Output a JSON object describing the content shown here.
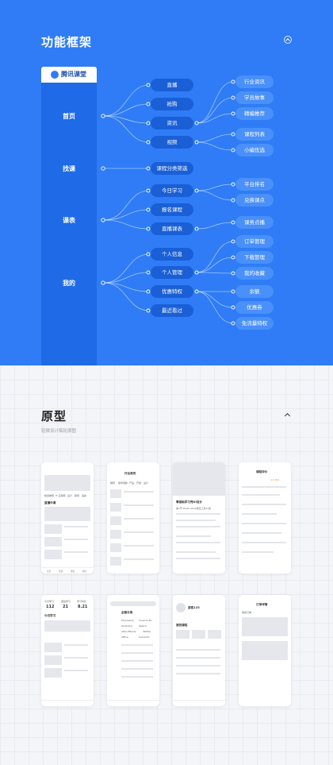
{
  "colors": {
    "primary": "#2f7cf6",
    "nav_column": "#1f6ae6",
    "level2_pill": "#1a5fd6",
    "level3_pill": "#4a90fa"
  },
  "framework": {
    "title": "功能框架",
    "logo_text": "腾讯课堂",
    "modules": [
      {
        "label": "首页"
      },
      {
        "label": "找课"
      },
      {
        "label": "课表"
      },
      {
        "label": "我的"
      }
    ],
    "level2": [
      "直播",
      "抢购",
      "资讯",
      "视频",
      "课程分类筛选",
      "今日学习",
      "报名课程",
      "直播课表",
      "个人信息",
      "个人管理",
      "优惠特权",
      "最近看过"
    ],
    "level3": [
      "行业资讯",
      "学员故事",
      "精编推荐",
      "课程列表",
      "小编优选",
      "平台排名",
      "兑换课点",
      "课务点播",
      "订单管理",
      "下载管理",
      "我的收藏",
      "余额",
      "优惠券",
      "免流量特权"
    ]
  },
  "prototype": {
    "title": "原型",
    "subtitle": "轻微设计稿轮廓图",
    "screens": [
      {
        "label_a": "精选推荐",
        "tabs": [
          "精选推荐",
          "IT·互联网",
          "设计",
          "职场",
          "语言"
        ],
        "section": "直播中课",
        "tab": [
          "首页",
          "找课",
          "课表",
          "我的"
        ]
      },
      {
        "label_a": "行业资讯",
        "tabs": [
          "推荐",
          "职场洞察",
          "产品",
          "开发",
          "设计",
          "运营"
        ]
      },
      {
        "label_a": "零基础学习完UI设计",
        "item_a": "第1节 Photo shop常见工具介绍"
      },
      {
        "label_a": "课程评价",
        "count": "4.9 99+"
      },
      {
        "stats": [
          "112",
          "21",
          "8.21"
        ],
        "stat_labels": [
          "今日学习",
          "连续学习",
          "学习时长"
        ],
        "section": "今日学习"
      },
      {
        "label_a": "全部分类",
        "cats": [
          "Photoshop",
          "Cinema 4D",
          "Illustrator",
          "Sketch",
          "After Effects",
          "3DMax",
          "Office",
          "AutoCAD"
        ]
      },
      {
        "user": "游客123",
        "section": "我的课程"
      },
      {
        "label_a": "订单详情",
        "status": "我的订单"
      }
    ]
  }
}
